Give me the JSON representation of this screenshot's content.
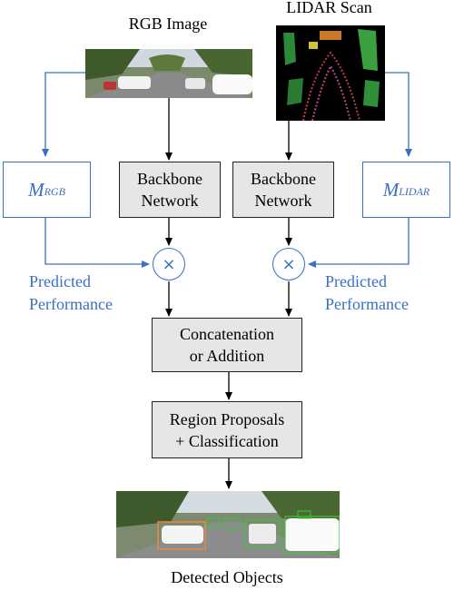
{
  "inputs": {
    "rgb_title": "RGB Image",
    "lidar_title": "LIDAR Scan"
  },
  "models": {
    "rgb_main": "M",
    "rgb_sub": "RGB",
    "lidar_main": "M",
    "lidar_sub": "LIDAR"
  },
  "backbones": {
    "rgb_line1": "Backbone",
    "rgb_line2": "Network",
    "lidar_line1": "Backbone",
    "lidar_line2": "Network"
  },
  "fusion": {
    "multiply_symbol": "×",
    "predicted_left_1": "Predicted",
    "predicted_left_2": "Performance",
    "predicted_right_1": "Predicted",
    "predicted_right_2": "Performance",
    "concat_line1": "Concatenation",
    "concat_line2": "or Addition"
  },
  "detection": {
    "rpn_line1": "Region Proposals",
    "rpn_line2": "+ Classification",
    "output_title": "Detected Objects"
  },
  "colors": {
    "accent_blue": "#3a6fc4",
    "box_fill": "#e6e6e6",
    "detection_green": "#37c837",
    "detection_orange": "#e8893a"
  }
}
